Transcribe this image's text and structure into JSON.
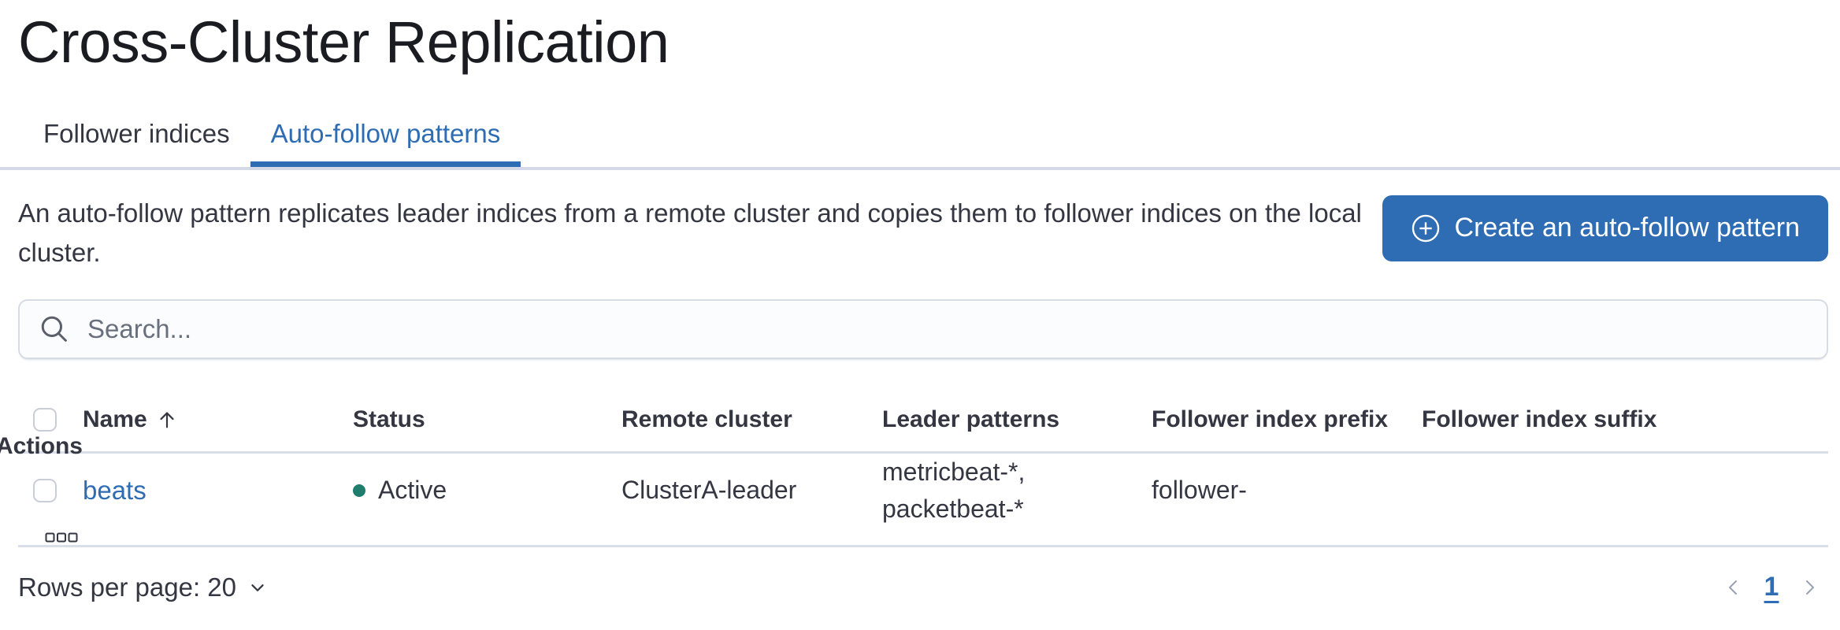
{
  "page": {
    "title": "Cross-Cluster Replication"
  },
  "tabs": [
    {
      "label": "Follower indices",
      "active": false
    },
    {
      "label": "Auto-follow patterns",
      "active": true
    }
  ],
  "intro": {
    "text": "An auto-follow pattern replicates leader indices from a remote cluster and copies them to follower indices on the local cluster."
  },
  "toolbar": {
    "create_button_label": "Create an auto-follow pattern"
  },
  "search": {
    "placeholder": "Search...",
    "value": ""
  },
  "table": {
    "columns": [
      "Name",
      "Status",
      "Remote cluster",
      "Leader patterns",
      "Follower index prefix",
      "Follower index suffix",
      "Actions"
    ],
    "sort": {
      "column": "Name",
      "direction": "ascending"
    },
    "rows": [
      {
        "name": "beats",
        "status": "Active",
        "remote_cluster": "ClusterA-leader",
        "leader_patterns_lines": [
          "metricbeat-*,",
          "packetbeat-*"
        ],
        "follower_index_prefix": "follower-",
        "follower_index_suffix": ""
      }
    ]
  },
  "pagination": {
    "rows_per_page_label": "Rows per page: 20",
    "current_page": "1"
  },
  "colors": {
    "primary": "#2e6cb3",
    "status_active_dot": "#1f7d6e",
    "border": "#d3dae6",
    "text": "#343741",
    "title_text": "#1a1c21",
    "placeholder": "#69707d",
    "chevron_gray": "#98a2b3"
  }
}
